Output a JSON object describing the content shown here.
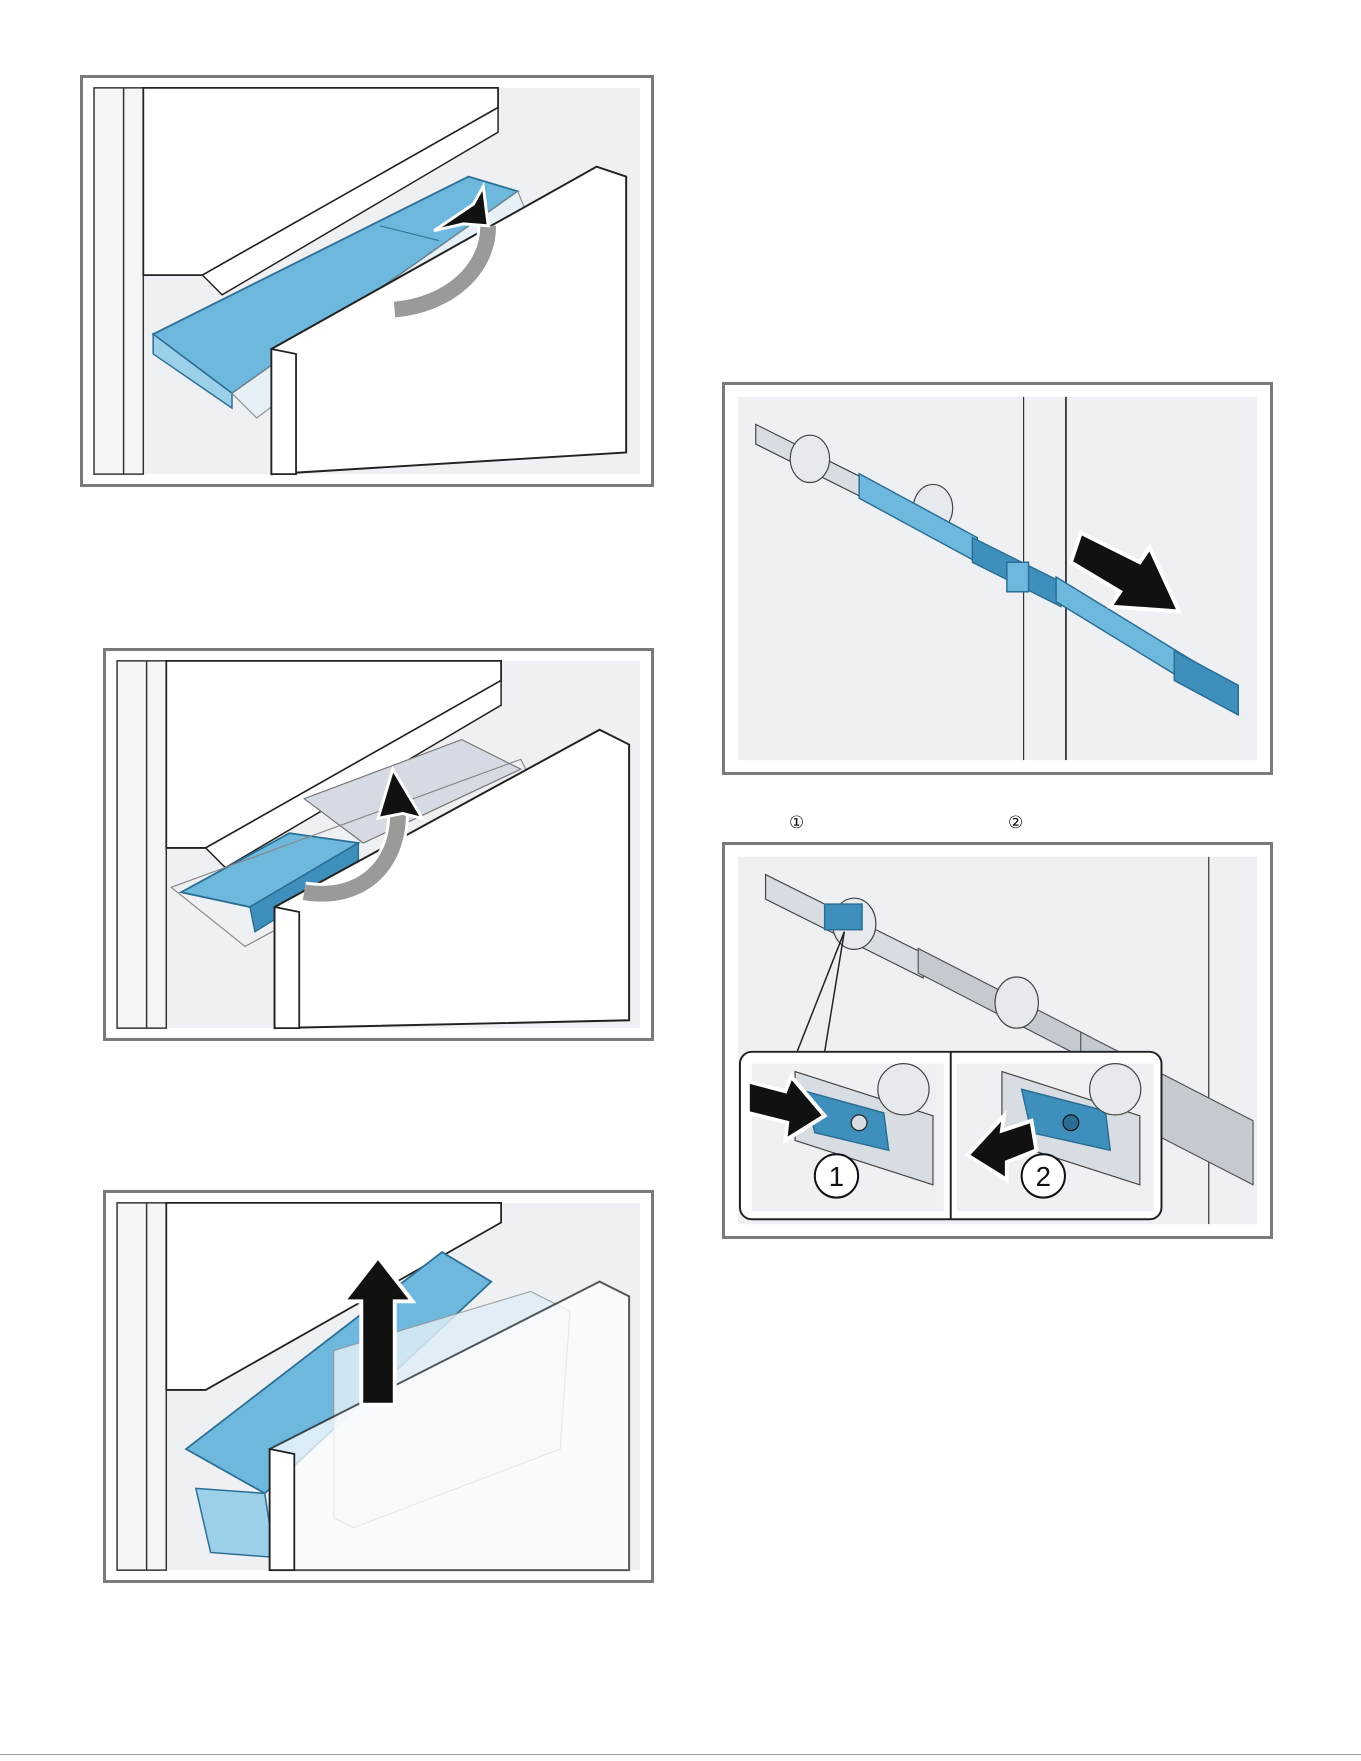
{
  "figures": [
    {
      "id": "fig1",
      "icon": "curved-arrow-up-icon"
    },
    {
      "id": "fig2",
      "icon": "curved-arrow-up-icon"
    },
    {
      "id": "fig3",
      "icon": "straight-arrow-up-icon"
    },
    {
      "id": "fig4",
      "icon": "arrow-right-icon"
    },
    {
      "id": "fig5",
      "icons": [
        "arrow-right-icon",
        "arrow-left-icon"
      ],
      "callouts": [
        "1",
        "2"
      ]
    }
  ],
  "step_markers": [
    "①",
    "②"
  ],
  "colors": {
    "accent_blue": "#6db8dc",
    "accent_blue_dark": "#3f8fbd",
    "panel_border": "#7a7a7a",
    "panel_bg": "#eef0f3",
    "arrow_black": "#111111",
    "arrow_gray": "#9a9a9a"
  }
}
